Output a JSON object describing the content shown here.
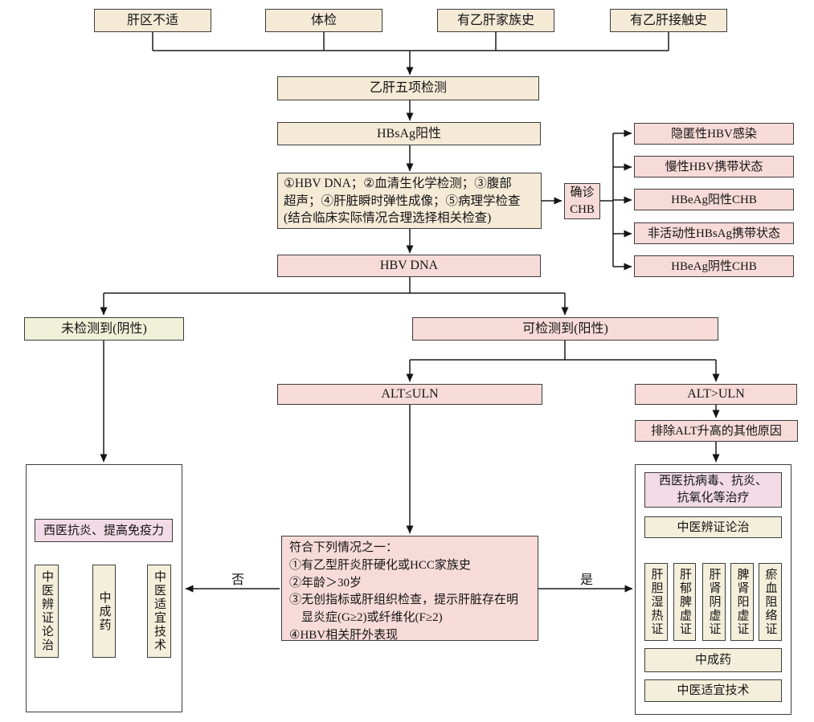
{
  "fc": {
    "top": [
      "肝区不适",
      "体检",
      "有乙肝家族史",
      "有乙肝接触史"
    ],
    "five_tests": "乙肝五项检测",
    "hbsag": "HBsAg阳性",
    "workup": "①HBV DNA；②血清生化学检测；③腹部\n超声；④肝脏瞬时弹性成像；⑤病理学检查\n(结合临床实际情况合理选择相关检查)",
    "confirm": "确诊\nCHB",
    "diagnoses": [
      "隐匿性HBV感染",
      "慢性HBV携带状态",
      "HBeAg阳性CHB",
      "非活动性HBsAg携带状态",
      "HBeAg阴性CHB"
    ],
    "hbv_dna": "HBV DNA",
    "negative": "未检测到(阴性)",
    "positive": "可检测到(阳性)",
    "alt_le": "ALT≤ULN",
    "alt_gt": "ALT>ULN",
    "exclude": "排除ALT升高的其他原因",
    "criteria": "符合下列情况之一：\n①有乙型肝炎肝硬化或HCC家族史\n②年龄＞30岁\n③无创指标或肝组织检查，提示肝脏存在明\n　显炎症(G≥2)或纤维化(F≥2)\n④HBV相关肝外表现",
    "no": "否",
    "yes": "是",
    "left_panel": {
      "western": "西医抗炎、提高免疫力",
      "items": [
        "中医辨证论治",
        "中成药",
        "中医适宜技术"
      ]
    },
    "right_panel": {
      "western": "西医抗病毒、抗炎、\n抗氧化等治疗",
      "tcm": "中医辨证论治",
      "syndromes": [
        "肝胆湿热证",
        "肝郁脾虚证",
        "肝肾阴虚证",
        "脾肾阳虚证",
        "瘀血阻络证"
      ],
      "cpm": "中成药",
      "tech": "中医适宜技术"
    },
    "colors": {
      "cream": "#f5ead6",
      "cream_light": "#f4efdb",
      "pink": "#f7dbd9",
      "lavender": "#f2dbe6",
      "green": "#eff1d8",
      "border": "#3d3d3d",
      "line": "#1a1a1a"
    }
  }
}
